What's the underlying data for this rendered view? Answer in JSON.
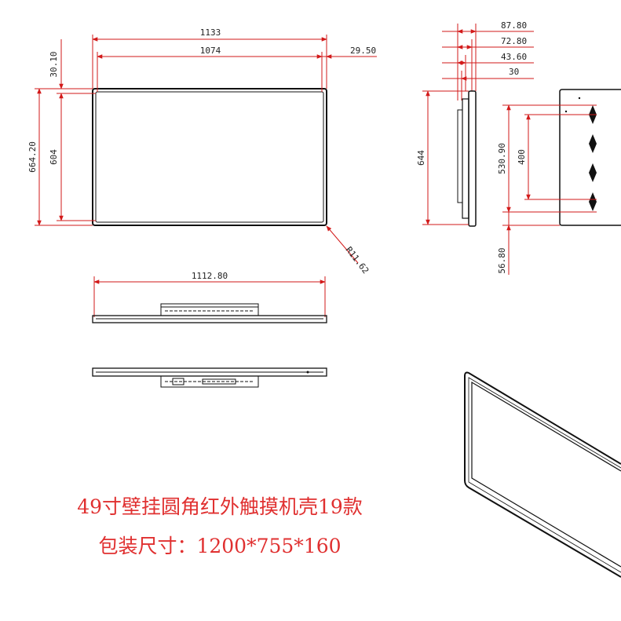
{
  "drawing": {
    "front_view": {
      "dims": {
        "outer_width": "1133",
        "inner_width": "1074",
        "right_margin": "29.50",
        "top_margin": "30.10",
        "outer_height": "664.20",
        "inner_height": "604",
        "corner_radius": "R11.62"
      }
    },
    "side_view": {
      "dims": {
        "d1": "87.80",
        "d2": "72.80",
        "d3": "43.60",
        "d4": "30",
        "height": "644"
      }
    },
    "back_view": {
      "dims": {
        "mount_span": "530.90",
        "hole_span": "400",
        "bottom_offset": "56.80"
      }
    },
    "bottom_view": {
      "dims": {
        "width": "1112.80"
      }
    },
    "color": "#d21a1a"
  },
  "caption": {
    "line1": "49寸壁挂圆角红外触摸机壳19款",
    "line2": "包装尺寸：1200*755*160",
    "color": "#e03030"
  }
}
